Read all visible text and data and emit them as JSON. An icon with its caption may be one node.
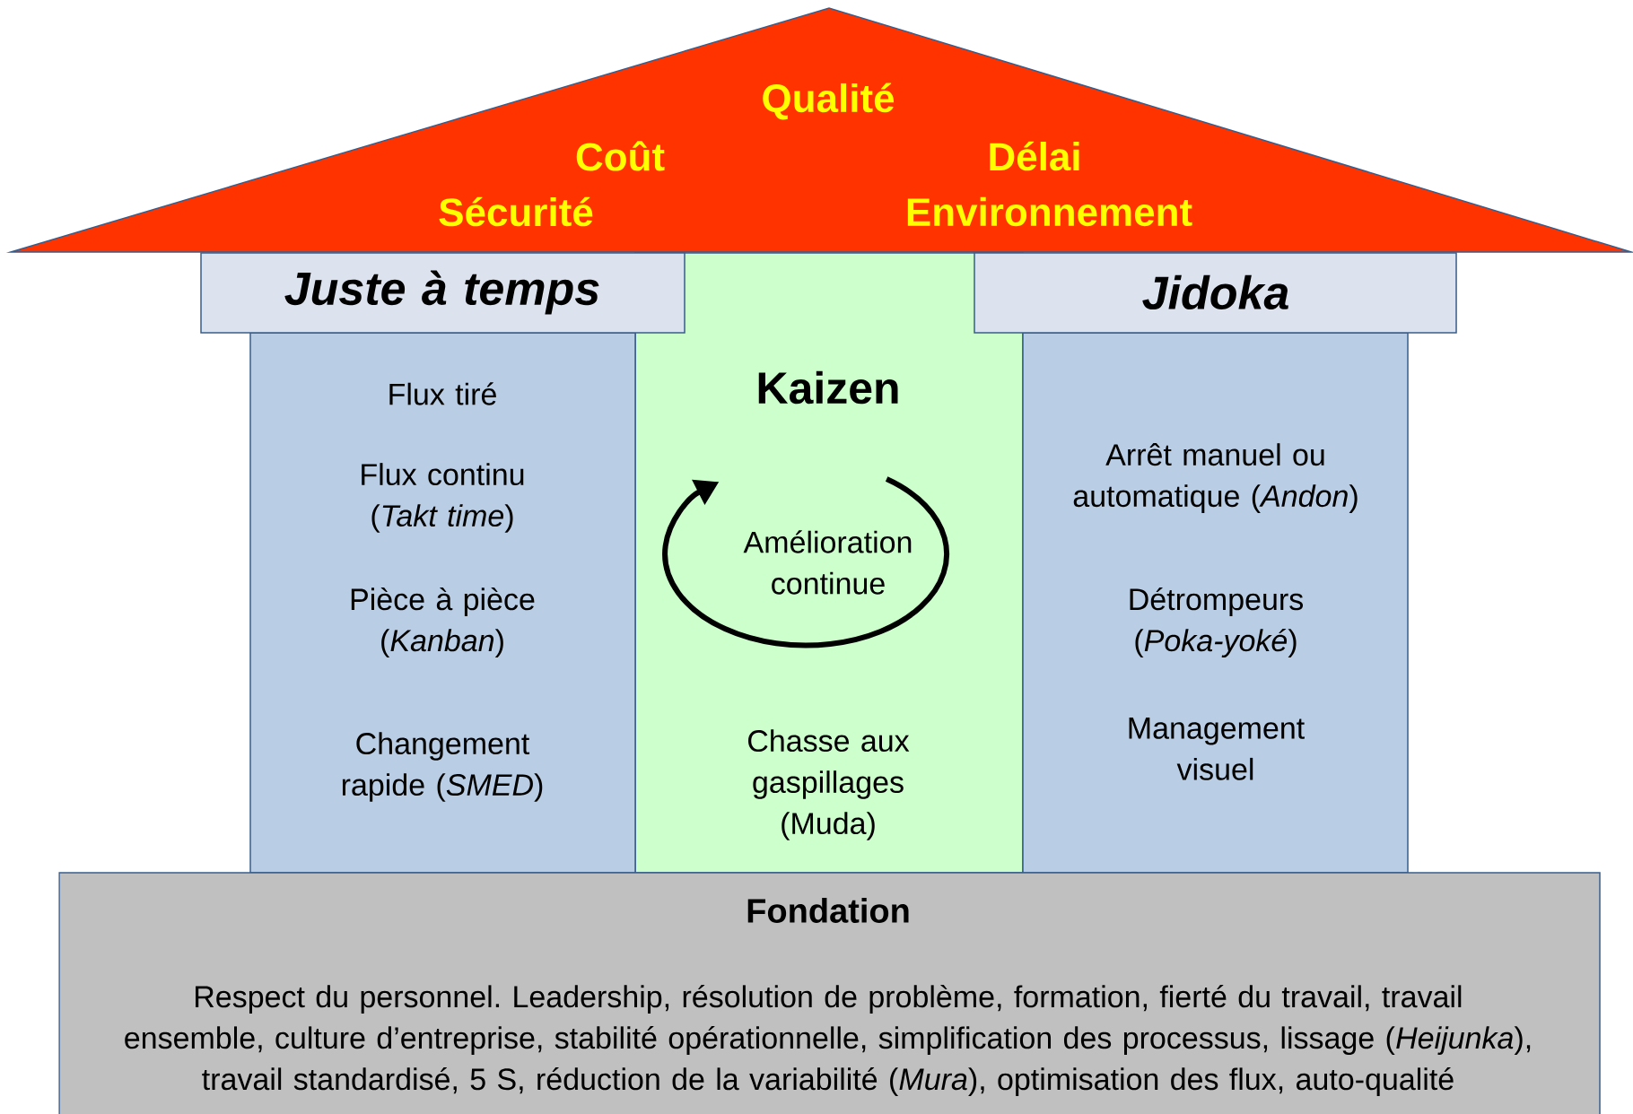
{
  "diagram": {
    "nodes": [
      {
        "text": [
          "Qualité",
          "Coût",
          "Délai",
          "Sécurité",
          "Environnement"
        ]
      },
      {
        "text": [
          "Juste à temps"
        ]
      },
      {
        "text": [
          "Jidoka"
        ]
      },
      {
        "text": [
          "Flux tiré",
          "Flux continu (*Takt time*)",
          "Pièce à pièce (*Kanban*)",
          "Changement rapide (*SMED*)"
        ]
      },
      {
        "text": [
          "Kaizen",
          "Chasse aux gaspillages (Muda)"
        ]
      },
      {
        "text": [
          "Amélioration continue"
        ],
        "in": 4
      },
      {
        "text": [
          "Arrêt manuel ou automatique (*Andon*)",
          "Détrompeurs (*Poka-yoké*)",
          "Management visuel"
        ]
      },
      {
        "text": [
          "Fondation",
          "Respect du personnel. Leadership, résolution de problème, formation, fierté du travail, travail ensemble, culture d’entreprise, stabilité opérationnelle, simplification des processus, lissage (*Heijunka*), travail standardisé, 5 S, réduction de la variabilité (*Mura*), optimisation des flux, auto-qualité"
        ]
      }
    ],
    "edges": [
      {
        "from": 5,
        "to": 5,
        "arrow": "to"
      }
    ]
  }
}
